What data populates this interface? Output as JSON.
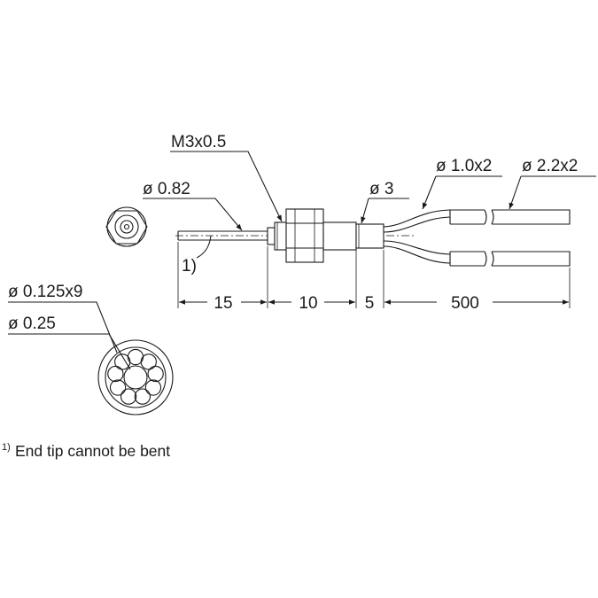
{
  "labels": {
    "thread": "M3x0.5",
    "tip_diameter": "ø 0.82",
    "sleeve_diameter": "ø 3",
    "fiber_diameter": "ø 1.0x2",
    "cable_diameter": "ø 2.2x2",
    "strand_diameter": "ø 0.125x9",
    "core_diameter": "ø 0.25",
    "note_marker": "1)"
  },
  "dimensions": {
    "tip_length": "15",
    "thread_length": "10",
    "sleeve_length": "5",
    "cable_length": "500"
  },
  "footnote": {
    "marker": "1)",
    "text": "End tip cannot be bent"
  }
}
